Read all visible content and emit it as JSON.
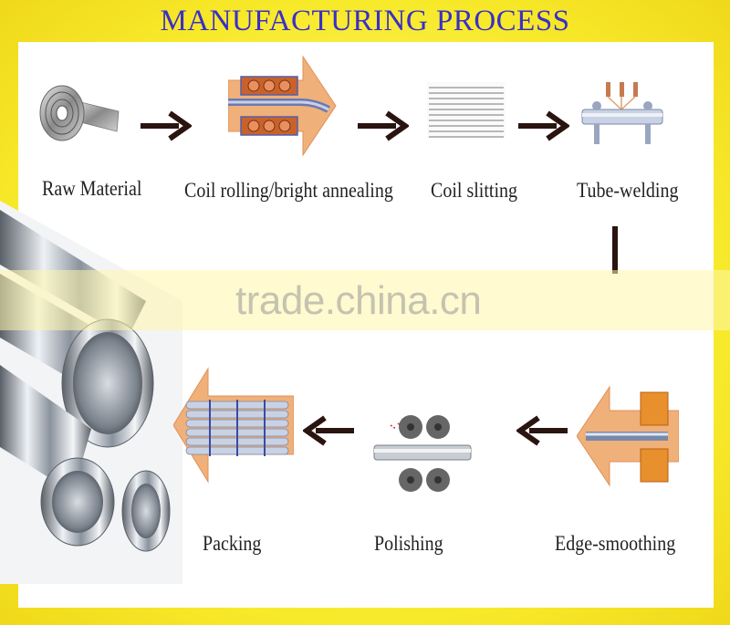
{
  "title": "MANUFACTURING PROCESS",
  "watermark": "trade.china.cn",
  "steps": [
    {
      "label": "Raw Material"
    },
    {
      "label": "Coil rolling/bright annealing"
    },
    {
      "label": "Coil slitting"
    },
    {
      "label": "Tube-welding"
    },
    {
      "label": "Edge-smoothing"
    },
    {
      "label": "Polishing"
    },
    {
      "label": "Packing"
    }
  ],
  "colors": {
    "frame": "#f7ea2a",
    "title": "#3a2fc8",
    "arrow": "#2a1410",
    "big_arrow": "#f0b07a"
  }
}
